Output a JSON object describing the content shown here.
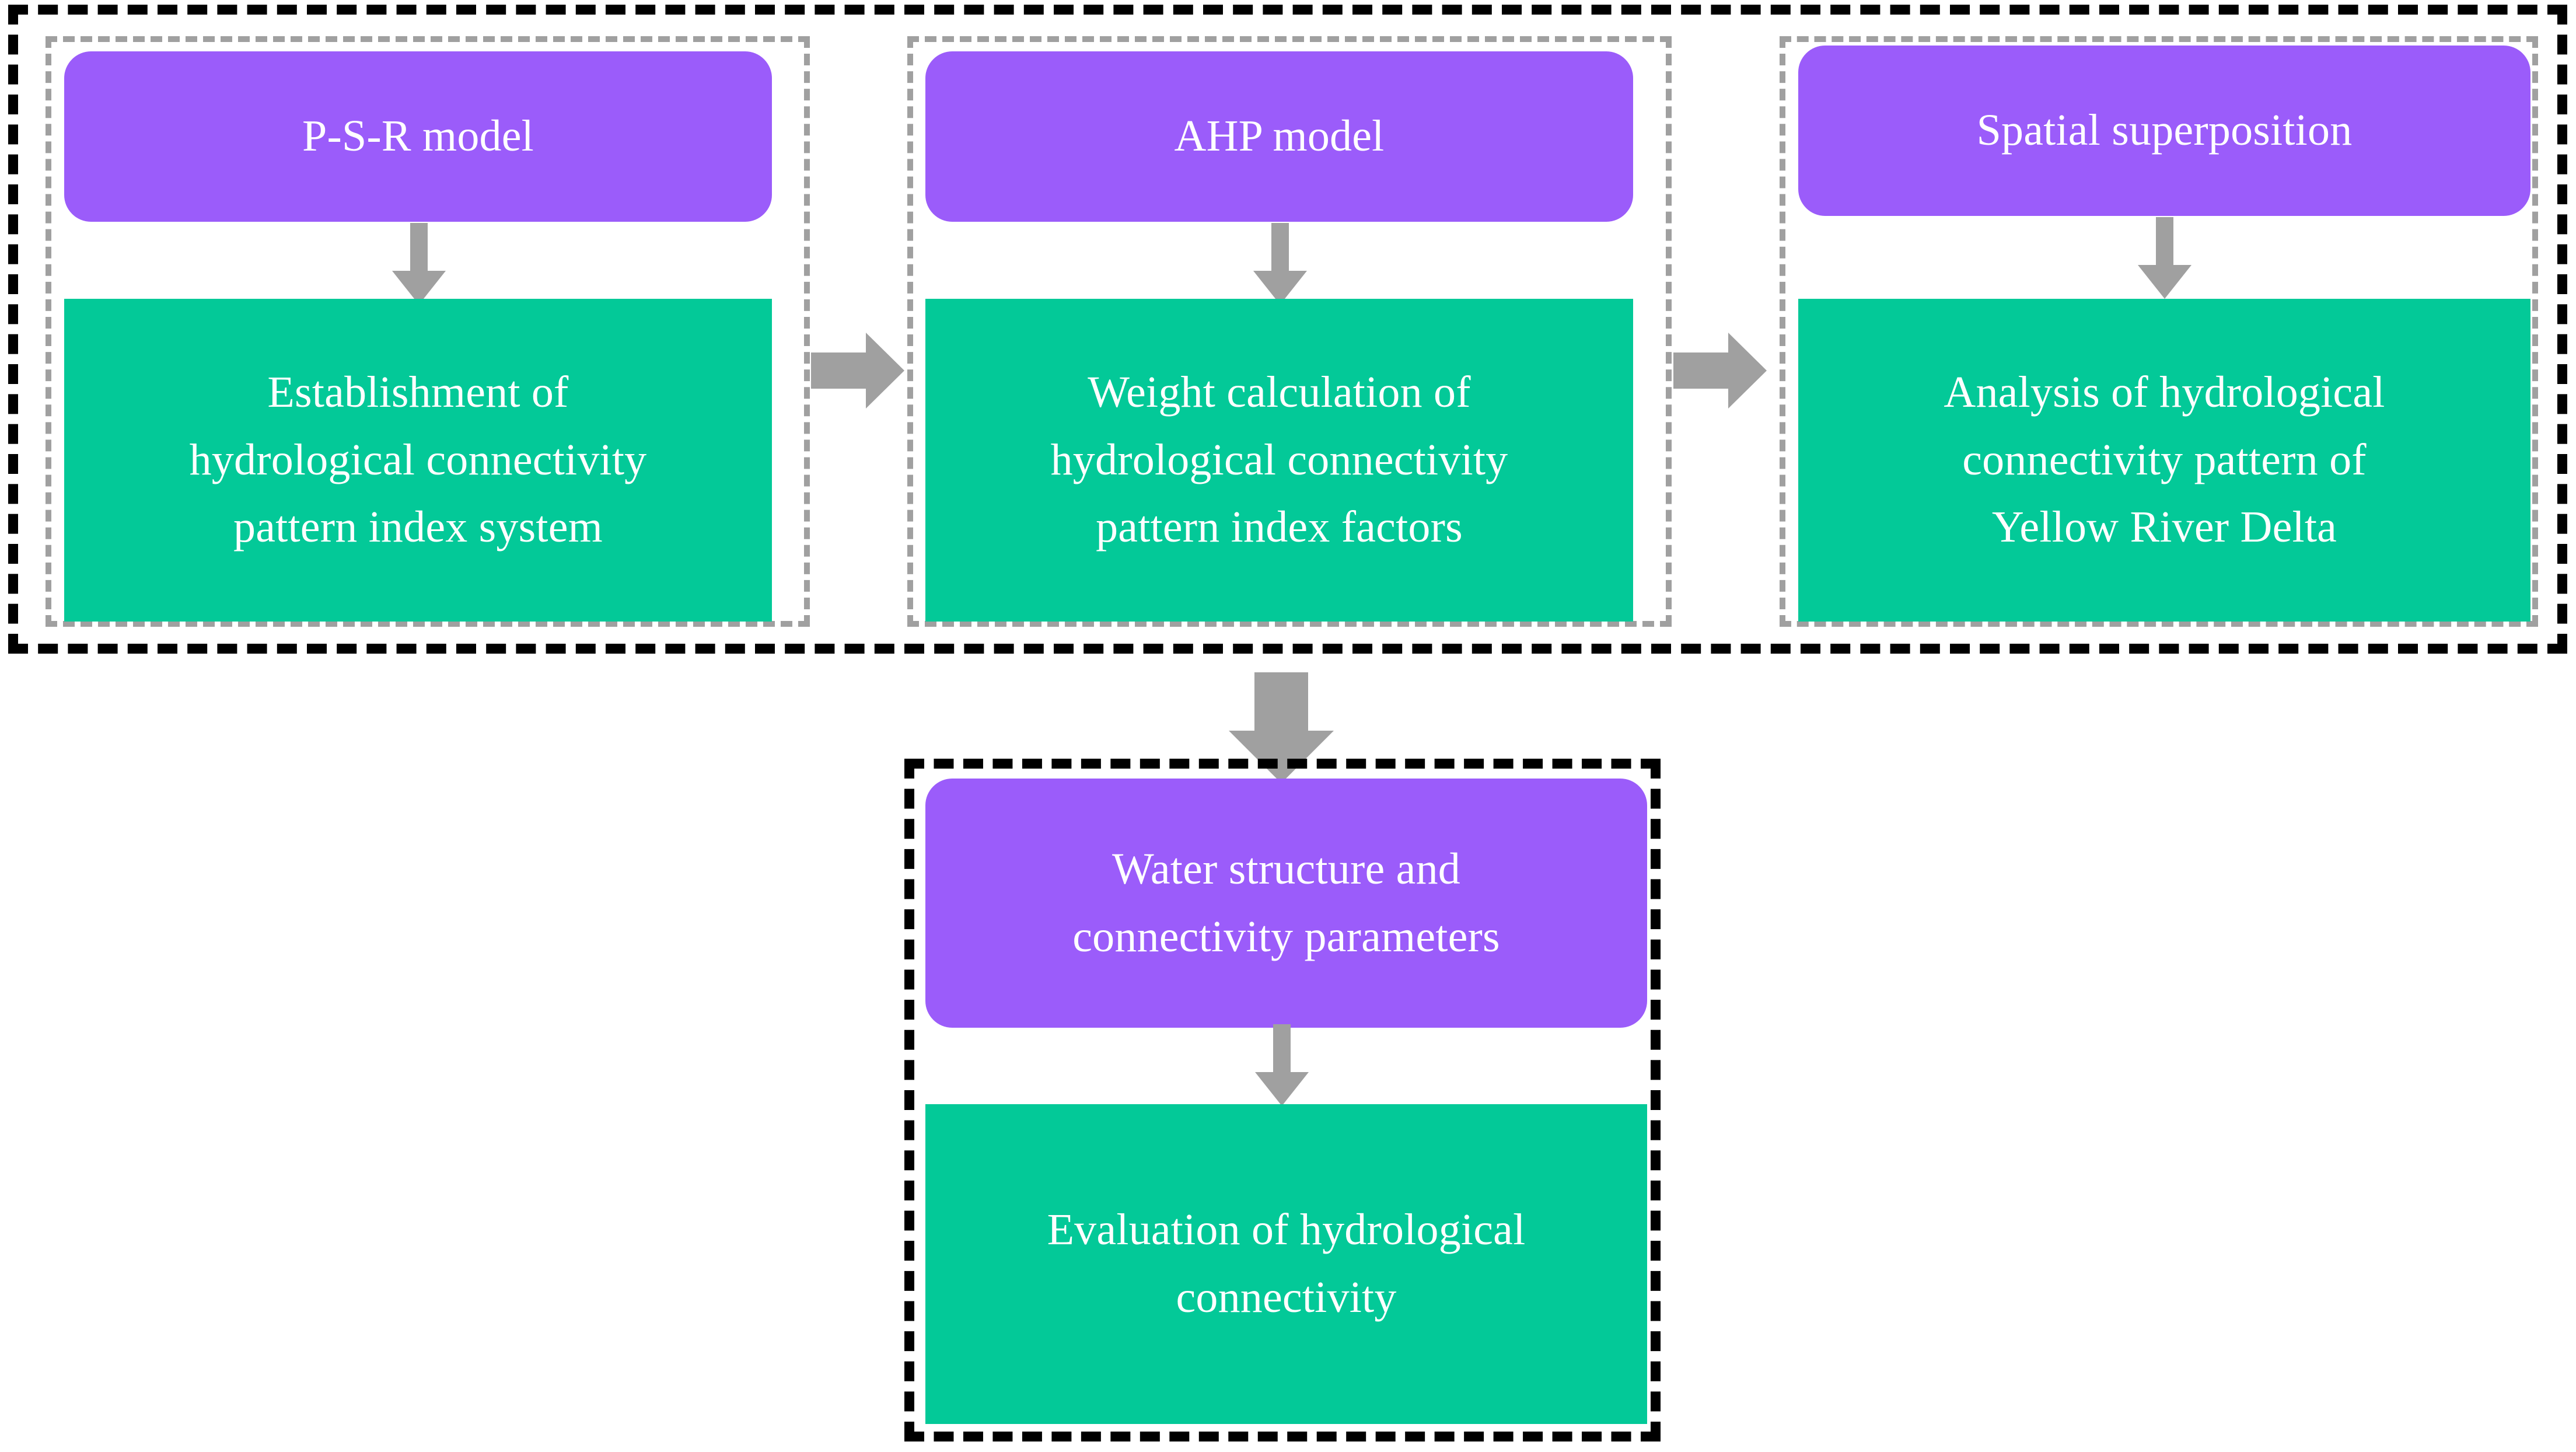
{
  "diagram": {
    "title": "Hydrological connectivity methodology flowchart",
    "colors": {
      "purple_box": "#9b5cfa",
      "green_box": "#03c998",
      "arrow_gray": "#a0a0a0",
      "outer_border": "#000000",
      "inner_border": "#a0a0a0",
      "text": "#ffffff",
      "background": "#ffffff"
    }
  },
  "top_group": {
    "columns": [
      {
        "method": "P-S-R model",
        "outcome": "Establishment of\nhydrological connectivity\npattern index system"
      },
      {
        "method": "AHP model",
        "outcome": "Weight calculation of\nhydrological connectivity\npattern index factors"
      },
      {
        "method": "Spatial superposition",
        "outcome": "Analysis of hydrological\nconnectivity pattern of\nYellow River Delta"
      }
    ]
  },
  "bottom_group": {
    "method": "Water structure and\nconnectivity parameters",
    "outcome": "Evaluation of hydrological\nconnectivity"
  },
  "connectors": [
    {
      "name": "col1-down-arrow",
      "direction": "down"
    },
    {
      "name": "col2-down-arrow",
      "direction": "down"
    },
    {
      "name": "col3-down-arrow",
      "direction": "down"
    },
    {
      "name": "col1-to-col2-arrow",
      "direction": "right"
    },
    {
      "name": "col2-to-col3-arrow",
      "direction": "right"
    },
    {
      "name": "top-group-to-bottom-arrow",
      "direction": "down"
    },
    {
      "name": "bottom-method-to-outcome-arrow",
      "direction": "down"
    }
  ]
}
